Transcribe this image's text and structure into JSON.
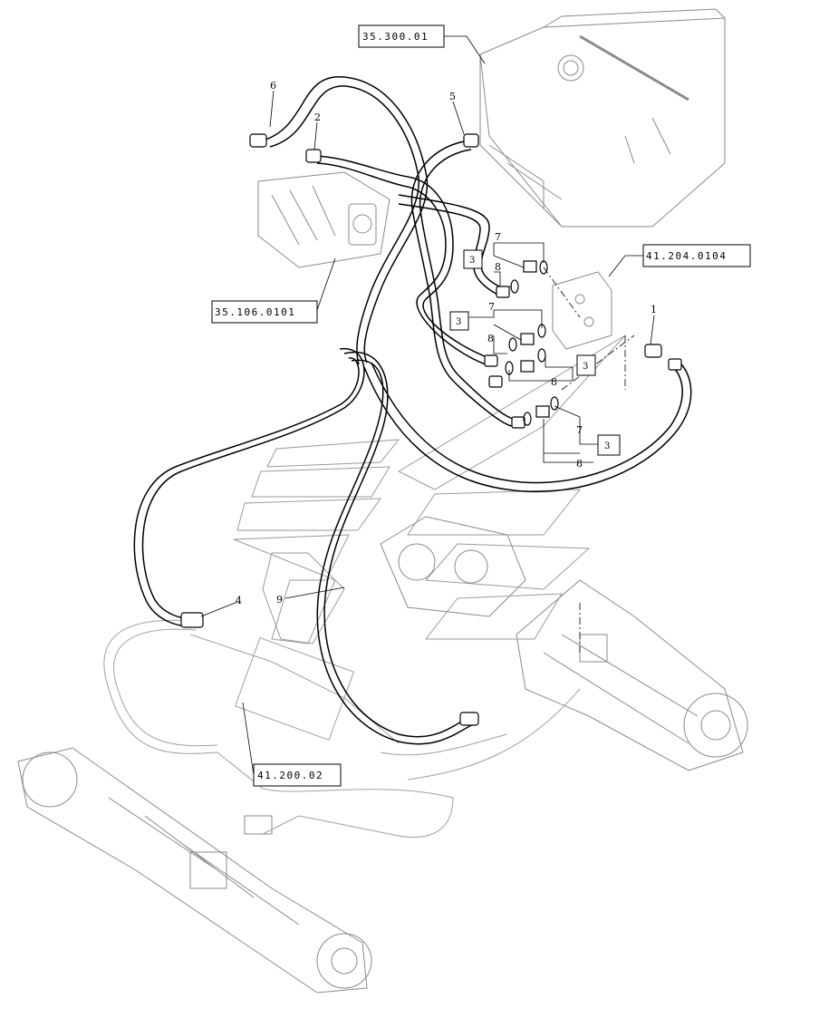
{
  "references": {
    "ref_35_300_01": "35.300.01",
    "ref_41_204_0104": "41.204.0104",
    "ref_35_106_0101": "35.106.0101",
    "ref_41_200_02": "41.200.02"
  },
  "callouts": {
    "c1": "1",
    "c2": "2",
    "c4": "4",
    "c5": "5",
    "c6": "6",
    "c7a": "7",
    "c8a": "8",
    "c7b": "7",
    "c8b": "8",
    "c8c": "8",
    "c7c": "7",
    "c8d": "8",
    "c9": "9"
  },
  "boxed_callouts": {
    "b3a": "3",
    "b3b": "3",
    "b3c": "3",
    "b3d": "3"
  },
  "colors": {
    "line": "#000000",
    "ghost": "#9a9a9a",
    "background": "#ffffff"
  }
}
